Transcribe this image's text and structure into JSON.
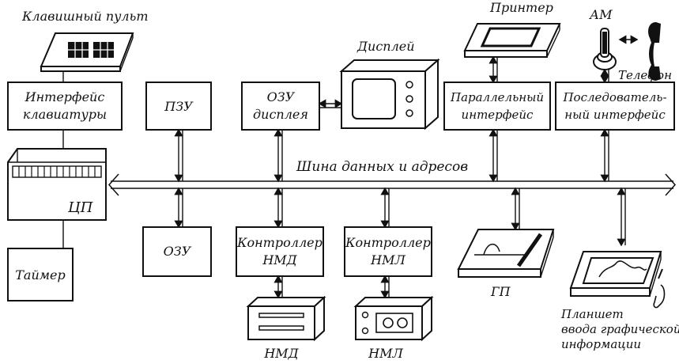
{
  "diagram": {
    "bus_label": "Шина данных и адресов",
    "labels": {
      "keyboard": "Клавишный пульт",
      "kbd_interface_1": "Интерфейс",
      "kbd_interface_2": "клавиатуры",
      "cpu": "ЦП",
      "timer": "Таймер",
      "rom": "ПЗУ",
      "ram": "ОЗУ",
      "vram_1": "ОЗУ",
      "vram_2": "дисплея",
      "display": "Дисплей",
      "hdd_ctrl_1": "Контроллер",
      "hdd_ctrl_2": "НМД",
      "hdd": "НМД",
      "tape_ctrl_1": "Контроллер",
      "tape_ctrl_2": "НМЛ",
      "tape": "НМЛ",
      "printer": "Принтер",
      "parallel_1": "Параллельный",
      "parallel_2": "интерфейс",
      "serial_1": "Последователь-",
      "serial_2": "ный интерфейс",
      "modem": "АМ",
      "phone": "Телефон",
      "plotter": "ГП",
      "tablet_1": "Планшет",
      "tablet_2": "ввода графической",
      "tablet_3": "информации"
    }
  }
}
